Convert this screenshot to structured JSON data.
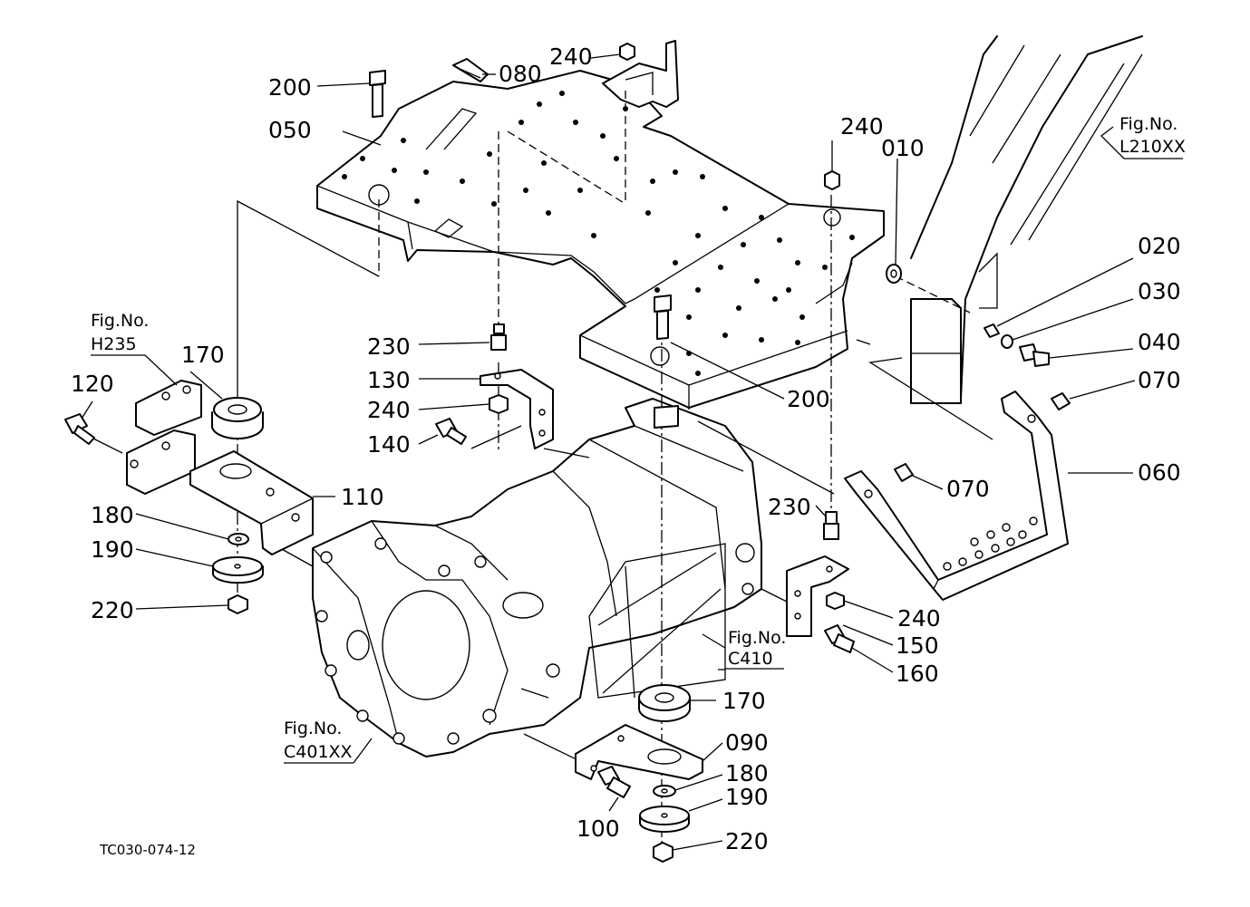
{
  "diagram_code": "TC030-074-12",
  "callouts": {
    "c010": "010",
    "c020": "020",
    "c030": "030",
    "c040": "040",
    "c050": "050",
    "c060": "060",
    "c070a": "070",
    "c070b": "070",
    "c080": "080",
    "c090": "090",
    "c100": "100",
    "c110": "110",
    "c120": "120",
    "c130": "130",
    "c140": "140",
    "c150": "150",
    "c160": "160",
    "c170a": "170",
    "c170b": "170",
    "c180a": "180",
    "c180b": "180",
    "c190a": "190",
    "c190b": "190",
    "c200a": "200",
    "c200b": "200",
    "c220a": "220",
    "c220b": "220",
    "c230a": "230",
    "c230b": "230",
    "c240a": "240",
    "c240b": "240",
    "c240c": "240",
    "c240d": "240"
  },
  "figure_refs": {
    "l210": {
      "fig": "Fig.No.",
      "num": "L210XX"
    },
    "h235": {
      "fig": "Fig.No.",
      "num": "H235"
    },
    "c410": {
      "fig": "Fig.No.",
      "num": "C410"
    },
    "c401": {
      "fig": "Fig.No.",
      "num": "C401XX"
    }
  }
}
